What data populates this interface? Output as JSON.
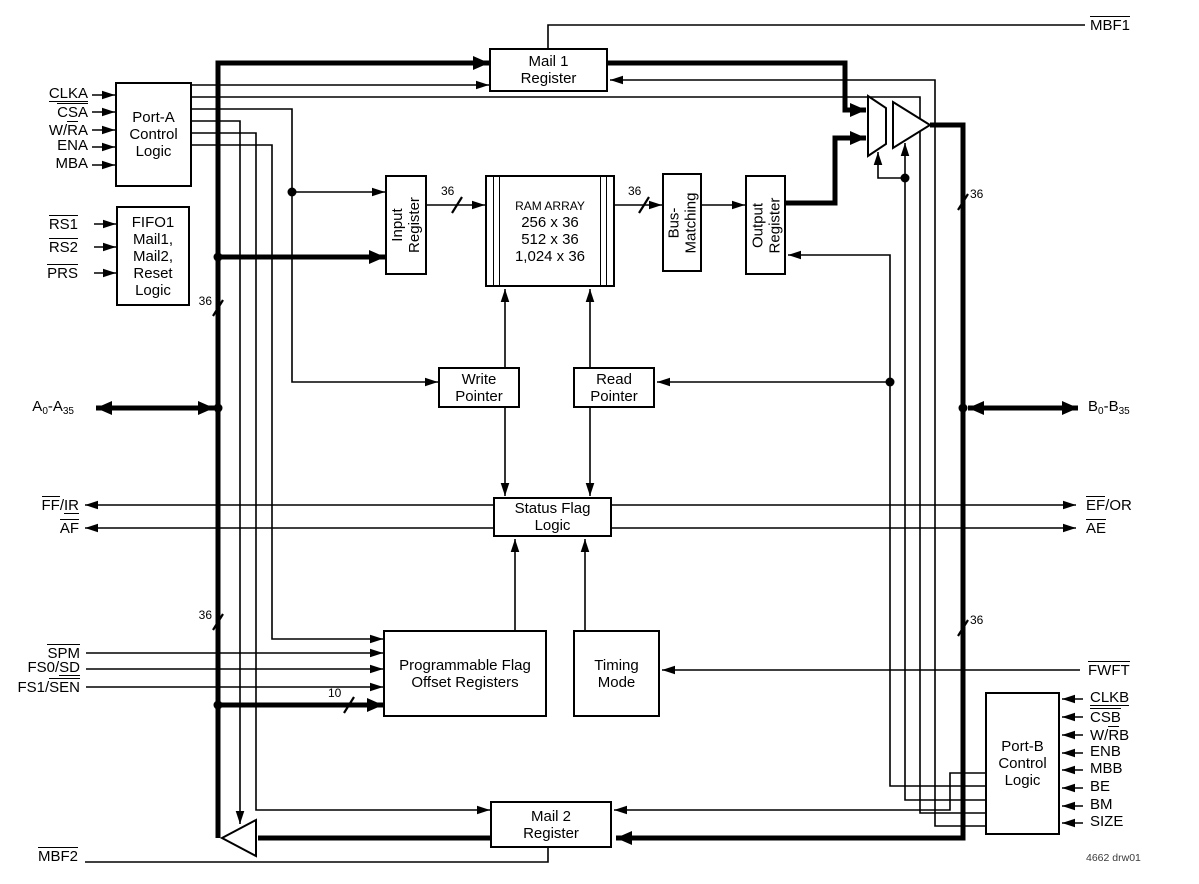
{
  "figure": {
    "number": "4662 drw01"
  },
  "boxes": [
    {
      "id": "port_a",
      "lines": [
        "Port-A",
        "Control",
        "Logic"
      ]
    },
    {
      "id": "fifo1",
      "lines": [
        "FIFO1",
        "Mail1,",
        "Mail2,",
        "Reset",
        "Logic"
      ]
    },
    {
      "id": "mail1",
      "lines": [
        "Mail 1",
        "Register"
      ]
    },
    {
      "id": "input_reg",
      "lines": [
        "Input",
        "Register"
      ],
      "vertical": true
    },
    {
      "id": "ram",
      "lines": [
        "RAM ARRAY",
        "256 x 36",
        "512 x 36",
        "1,024 x 36"
      ],
      "first_small": true
    },
    {
      "id": "bus_match",
      "lines": [
        "Bus-",
        "Matching"
      ],
      "vertical": true
    },
    {
      "id": "output_reg",
      "lines": [
        "Output",
        "Register"
      ],
      "vertical": true
    },
    {
      "id": "write_ptr",
      "lines": [
        "Write",
        "Pointer"
      ]
    },
    {
      "id": "read_ptr",
      "lines": [
        "Read",
        "Pointer"
      ]
    },
    {
      "id": "status_flag",
      "lines": [
        "Status Flag",
        "Logic"
      ]
    },
    {
      "id": "pfor",
      "lines": [
        "Programmable Flag",
        "Offset Registers"
      ]
    },
    {
      "id": "timing",
      "lines": [
        "Timing",
        "Mode"
      ]
    },
    {
      "id": "mail2",
      "lines": [
        "Mail 2",
        "Register"
      ]
    },
    {
      "id": "port_b",
      "lines": [
        "Port-B",
        "Control",
        "Logic"
      ]
    }
  ],
  "pins": [
    {
      "id": "clka",
      "segs": [
        {
          "t": "CLKA",
          "style": "u"
        }
      ]
    },
    {
      "id": "csa",
      "segs": [
        {
          "t": "CSA",
          "style": "o"
        }
      ]
    },
    {
      "id": "wra",
      "segs": [
        {
          "t": "W/"
        },
        {
          "t": "R",
          "style": "o"
        },
        {
          "t": "A"
        }
      ]
    },
    {
      "id": "ena",
      "segs": [
        {
          "t": "ENA"
        }
      ]
    },
    {
      "id": "mba",
      "segs": [
        {
          "t": "MBA"
        }
      ]
    },
    {
      "id": "rs1",
      "segs": [
        {
          "t": "RS1",
          "style": "o"
        }
      ]
    },
    {
      "id": "rs2",
      "segs": [
        {
          "t": "RS2",
          "style": "o"
        }
      ]
    },
    {
      "id": "prs",
      "segs": [
        {
          "t": "PRS",
          "style": "o"
        }
      ]
    },
    {
      "id": "a_bus",
      "segs": [
        {
          "t": "A"
        },
        {
          "t": "0",
          "style": "sub"
        },
        {
          "t": "-A"
        },
        {
          "t": "35",
          "style": "sub"
        }
      ]
    },
    {
      "id": "ffir",
      "segs": [
        {
          "t": "FF",
          "style": "o"
        },
        {
          "t": "/"
        },
        {
          "t": "IR",
          "style": "u"
        }
      ]
    },
    {
      "id": "af",
      "segs": [
        {
          "t": "AF",
          "style": "o"
        }
      ]
    },
    {
      "id": "spm",
      "segs": [
        {
          "t": "SPM",
          "style": "o"
        }
      ]
    },
    {
      "id": "fs0",
      "segs": [
        {
          "t": "FS0/"
        },
        {
          "t": "SD",
          "style": "u"
        }
      ]
    },
    {
      "id": "fs1",
      "segs": [
        {
          "t": "FS1/"
        },
        {
          "t": "SEN",
          "style": "o"
        }
      ]
    },
    {
      "id": "mbf2",
      "segs": [
        {
          "t": "MBF2",
          "style": "o"
        }
      ]
    },
    {
      "id": "mbf1",
      "segs": [
        {
          "t": "MBF1",
          "style": "o"
        }
      ]
    },
    {
      "id": "efor",
      "segs": [
        {
          "t": "EF",
          "style": "o"
        },
        {
          "t": "/OR"
        }
      ]
    },
    {
      "id": "ae",
      "segs": [
        {
          "t": "AE",
          "style": "o"
        }
      ]
    },
    {
      "id": "b_bus",
      "segs": [
        {
          "t": "B"
        },
        {
          "t": "0",
          "style": "sub"
        },
        {
          "t": "-B"
        },
        {
          "t": "35",
          "style": "sub"
        }
      ]
    },
    {
      "id": "fwft",
      "segs": [
        {
          "t": "FWFT",
          "style": "o"
        }
      ]
    },
    {
      "id": "clkb",
      "segs": [
        {
          "t": "CLKB",
          "style": "u"
        }
      ]
    },
    {
      "id": "csb",
      "segs": [
        {
          "t": "CSB",
          "style": "o"
        }
      ]
    },
    {
      "id": "wrb",
      "segs": [
        {
          "t": "W/"
        },
        {
          "t": "R",
          "style": "o"
        },
        {
          "t": "B"
        }
      ]
    },
    {
      "id": "enb",
      "segs": [
        {
          "t": "ENB"
        }
      ]
    },
    {
      "id": "mbb",
      "segs": [
        {
          "t": "MBB"
        }
      ]
    },
    {
      "id": "be",
      "segs": [
        {
          "t": "BE"
        }
      ]
    },
    {
      "id": "bm",
      "segs": [
        {
          "t": "BM"
        }
      ]
    },
    {
      "id": "size",
      "segs": [
        {
          "t": "SIZE"
        }
      ]
    }
  ],
  "bus_widths": [
    {
      "id": "bw1",
      "t": "36"
    },
    {
      "id": "bw2",
      "t": "36"
    },
    {
      "id": "bw3",
      "t": "36"
    },
    {
      "id": "bw4",
      "t": "36"
    },
    {
      "id": "bw5",
      "t": "36"
    },
    {
      "id": "bw6",
      "t": "36"
    },
    {
      "id": "bw7",
      "t": "10"
    }
  ]
}
